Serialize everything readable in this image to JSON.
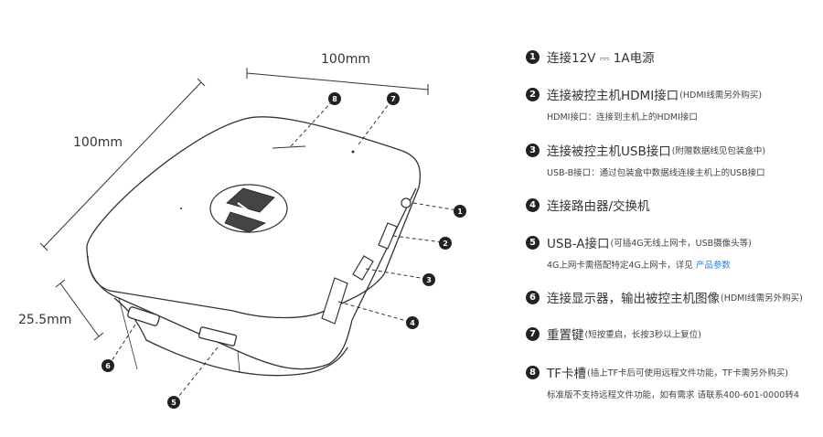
{
  "dimensions": {
    "width": "100mm",
    "depth": "100mm",
    "height": "25.5mm"
  },
  "callouts": [
    "1",
    "2",
    "3",
    "4",
    "5",
    "6",
    "7",
    "8"
  ],
  "legend": [
    {
      "num": "1",
      "title": "连接12V ⎓ 1A电源",
      "note": "",
      "sub": "",
      "link": ""
    },
    {
      "num": "2",
      "title": "连接被控主机HDMI接口",
      "note": "(HDMI线需另外购买)",
      "sub": "HDMI接口：连接到主机上的HDMI接口",
      "link": ""
    },
    {
      "num": "3",
      "title": "连接被控主机USB接口",
      "note": "(附赠数据线见包装盒中)",
      "sub": "USB-B接口：通过包装盒中数据线连接主机上的USB接口",
      "link": ""
    },
    {
      "num": "4",
      "title": "连接路由器/交换机",
      "note": "",
      "sub": "",
      "link": ""
    },
    {
      "num": "5",
      "title": "USB-A接口",
      "note": "(可插4G无线上网卡，USB摄像头等)",
      "sub": "4G上网卡需搭配特定4G上网卡，详见 ",
      "link": "产品参数"
    },
    {
      "num": "6",
      "title": "连接显示器，输出被控主机图像",
      "note": "(HDMI线需另外购买)",
      "sub": "",
      "link": ""
    },
    {
      "num": "7",
      "title": "重置键",
      "note": "(短按重启，长按3秒以上复位)",
      "sub": "",
      "link": ""
    },
    {
      "num": "8",
      "title": "TF卡槽",
      "note": "(插上TF卡后可使用远程文件功能，TF卡需另外购买)",
      "sub": "标准版不支持远程文件功能，如有需求 请联系400-601-0000转4",
      "link": ""
    }
  ]
}
